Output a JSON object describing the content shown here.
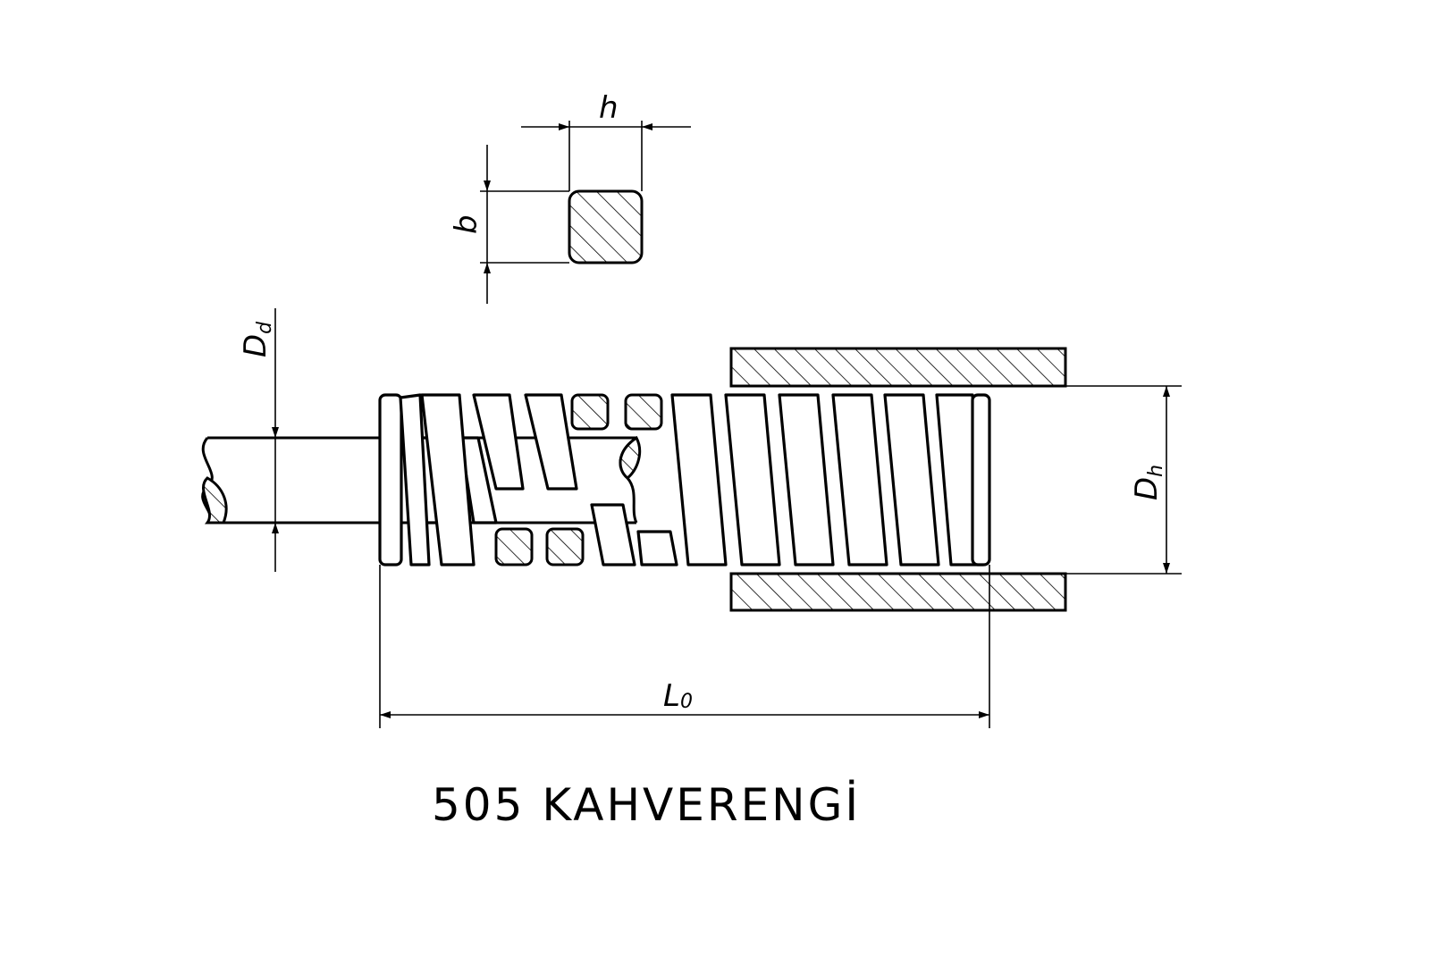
{
  "labels": {
    "h": "h",
    "b": "b",
    "Dd": {
      "main": "D",
      "sub": "d"
    },
    "Dh": {
      "main": "D",
      "sub": "h"
    },
    "L0": {
      "main": "L",
      "sub": "0"
    }
  },
  "title": "505 KAHVERENGİ"
}
